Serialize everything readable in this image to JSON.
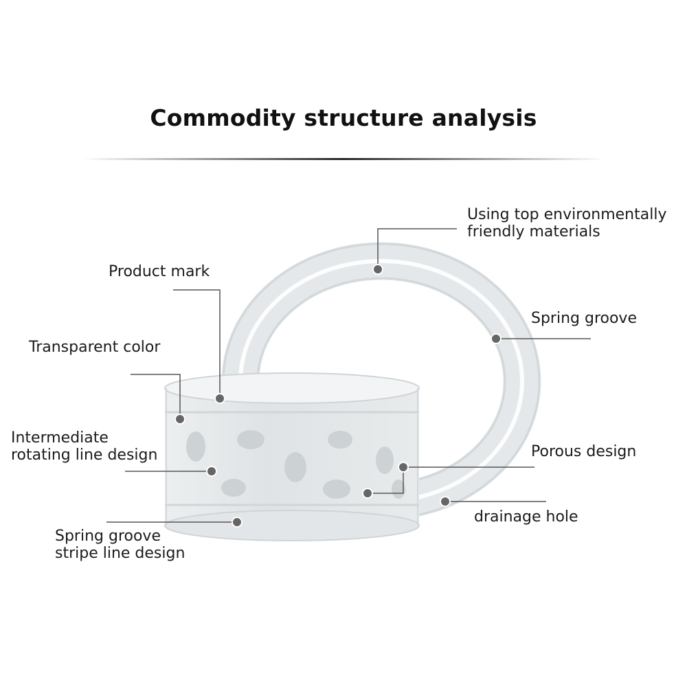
{
  "title": "Commodity structure analysis",
  "labels": {
    "product_mark": "Product mark",
    "transparent_color": "Transparent color",
    "intermediate_line1": "Intermediate",
    "intermediate_line2": "rotating line design",
    "spring_stripe_line1": "Spring groove",
    "spring_stripe_line2": "stripe line design",
    "materials_line1": "Using top environmentally",
    "materials_line2": "friendly materials",
    "spring_groove": "Spring groove",
    "porous_design": "Porous design",
    "drainage_hole": "drainage hole"
  },
  "colors": {
    "text": "#1a1a1a",
    "leader_line": "#555555",
    "marker": "#666666",
    "product": "#e6e9ea"
  }
}
